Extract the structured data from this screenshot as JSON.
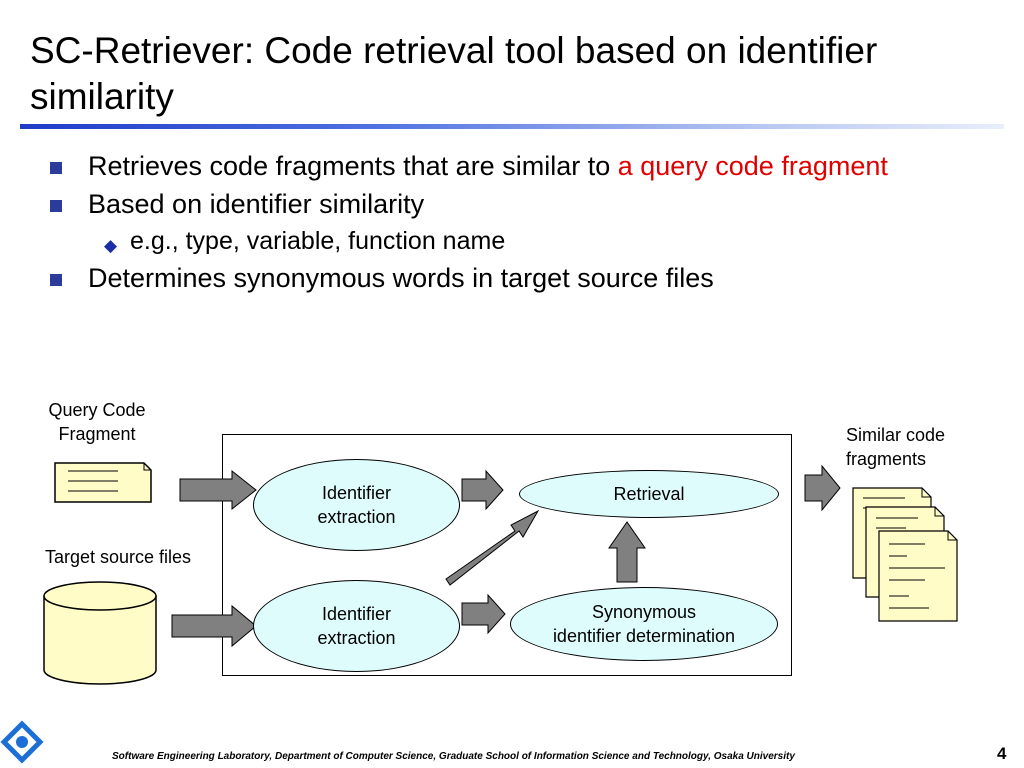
{
  "slide": {
    "title": "SC-Retriever: Code retrieval tool based on identifier similarity",
    "bullets": {
      "b1_text": "Retrieves code fragments that are similar to ",
      "b1_highlight": "a query code fragment",
      "b2_text": "Based on identifier similarity",
      "b2_sub": "e.g., type, variable, function name",
      "b3_text": "Determines synonymous words in target source files"
    },
    "colors": {
      "highlight": "#e00000",
      "ellipse_fill": "#dffcfd",
      "doc_fill": "#fffcc8",
      "arrow_fill": "#808080"
    }
  },
  "diagram": {
    "query_label_line1": "Query Code",
    "query_label_line2": "Fragment",
    "target_label": "Target source files",
    "extract_top_line1": "Identifier",
    "extract_top_line2": "extraction",
    "extract_bottom_line1": "Identifier",
    "extract_bottom_line2": "extraction",
    "retrieval_label": "Retrieval",
    "synonym_line1": "Synonymous",
    "synonym_line2": "identifier determination",
    "output_label_line1": "Similar code",
    "output_label_line2": "fragments"
  },
  "footer": {
    "text": "Software Engineering Laboratory,  Department of Computer Science,  Graduate School of Information Science and Technology,  Osaka University",
    "page": "4",
    "logo_icon": "osaka-university-logo-icon"
  }
}
